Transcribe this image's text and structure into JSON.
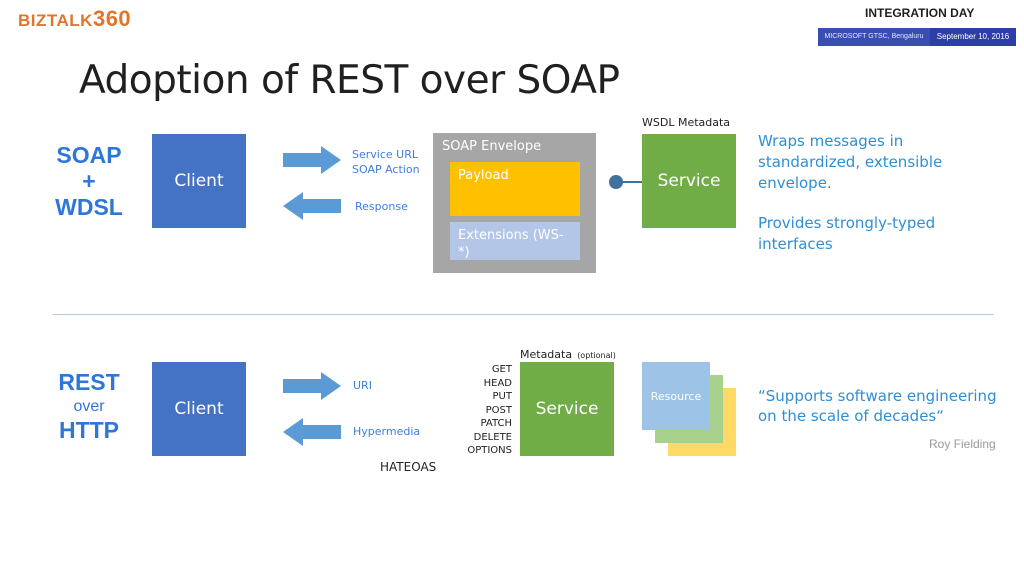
{
  "header": {
    "logo_text": "BIZTALK",
    "logo_number": "360",
    "event_title": "INTEGRATION DAY",
    "venue": "MICROSOFT GTSC, Bengaluru",
    "date": "September 10, 2016"
  },
  "slide_title": "Adoption of REST over SOAP",
  "soap_section": {
    "label_line1": "SOAP",
    "label_line2": "+",
    "label_line3": "WDSL",
    "client": "Client",
    "request_labels": [
      "Service URL",
      "SOAP Action"
    ],
    "response_label": "Response",
    "envelope_title": "SOAP Envelope",
    "payload": "Payload",
    "extensions": "Extensions (WS-*)",
    "wsdl_label": "WSDL Metadata",
    "service": "Service",
    "description_1": "Wraps messages in standardized, extensible envelope.",
    "description_2": "Provides strongly-typed interfaces"
  },
  "rest_section": {
    "label_line1": "REST",
    "label_line2": "over",
    "label_line3": "HTTP",
    "client": "Client",
    "request_label": "URI",
    "response_label": "Hypermedia",
    "hateoas": "HATEOAS",
    "metadata_label": "Metadata",
    "metadata_note": "(optional)",
    "verbs": [
      "GET",
      "HEAD",
      "PUT",
      "POST",
      "PATCH",
      "DELETE",
      "OPTIONS"
    ],
    "service": "Service",
    "resource": "Resource",
    "quote": "“Supports software engineering on the scale of decades“",
    "quote_author": "Roy Fielding"
  },
  "colors": {
    "client_blue": "#4472c4",
    "service_green": "#70ad47",
    "payload_yellow": "#ffc000",
    "extensions_lightblue": "#b4c6e7",
    "envelope_gray": "#a6a6a6",
    "accent_blue": "#2e76d8",
    "logo_orange": "#e0752b"
  },
  "icons": {
    "request_arrow": "arrow-right-icon",
    "response_arrow": "arrow-left-icon",
    "connector": "lollipop-connector-icon"
  }
}
